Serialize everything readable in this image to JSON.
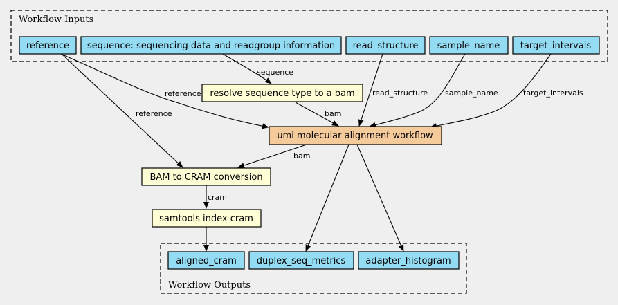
{
  "clusters": {
    "inputs": "Workflow Inputs",
    "outputs": "Workflow Outputs"
  },
  "nodes": {
    "reference": "reference",
    "sequence": "sequence: sequencing data and readgroup information",
    "read_structure": "read_structure",
    "sample_name": "sample_name",
    "target_intervals": "target_intervals",
    "resolve": "resolve sequence type to a bam",
    "umi": "umi molecular alignment workflow",
    "bam_to_cram": "BAM to CRAM conversion",
    "index_cram": "samtools index cram",
    "aligned_cram": "aligned_cram",
    "duplex_seq_metrics": "duplex_seq_metrics",
    "adapter_histogram": "adapter_histogram"
  },
  "edges": {
    "sequence_to_resolve": "sequence",
    "reference_to_umi": "reference",
    "reference_to_cram": "reference",
    "resolve_to_umi": "bam",
    "read_structure_to_umi": "read_structure",
    "sample_name_to_umi": "sample_name",
    "target_intervals_to_umi": "target_intervals",
    "umi_to_cram": "bam",
    "cram_to_index": "cram"
  },
  "colors": {
    "input_fill": "#94dcf4",
    "step_fill": "#fffed4",
    "workflow_fill": "#f6cb9c",
    "background": "#efefef"
  }
}
